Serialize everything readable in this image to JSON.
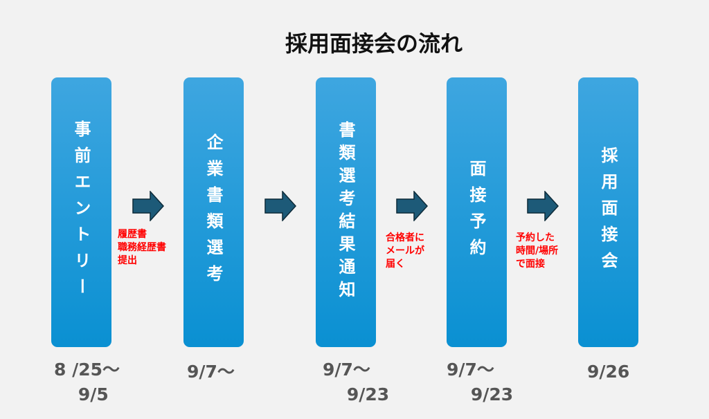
{
  "title": "採用面接会の流れ",
  "steps": [
    {
      "label": "事前エントリー",
      "date": "8 /25～\n    9/5"
    },
    {
      "label": "企業書類選考",
      "date": "9/7～"
    },
    {
      "label": "書類選考結果通知",
      "date": "9/7～\n    9/23"
    },
    {
      "label": "面接予約",
      "date": "9/7～\n    9/23"
    },
    {
      "label": "採用面接会",
      "date": "9/26"
    }
  ],
  "notes": [
    "履歴書\n職務経歴書\n提出",
    "合格者に\nメールが\n届く",
    "予約した\n時間/場所\nで面接"
  ],
  "colors": {
    "box": "#0a90d2",
    "arrow": "#1d5a78",
    "note": "#ff0000"
  }
}
